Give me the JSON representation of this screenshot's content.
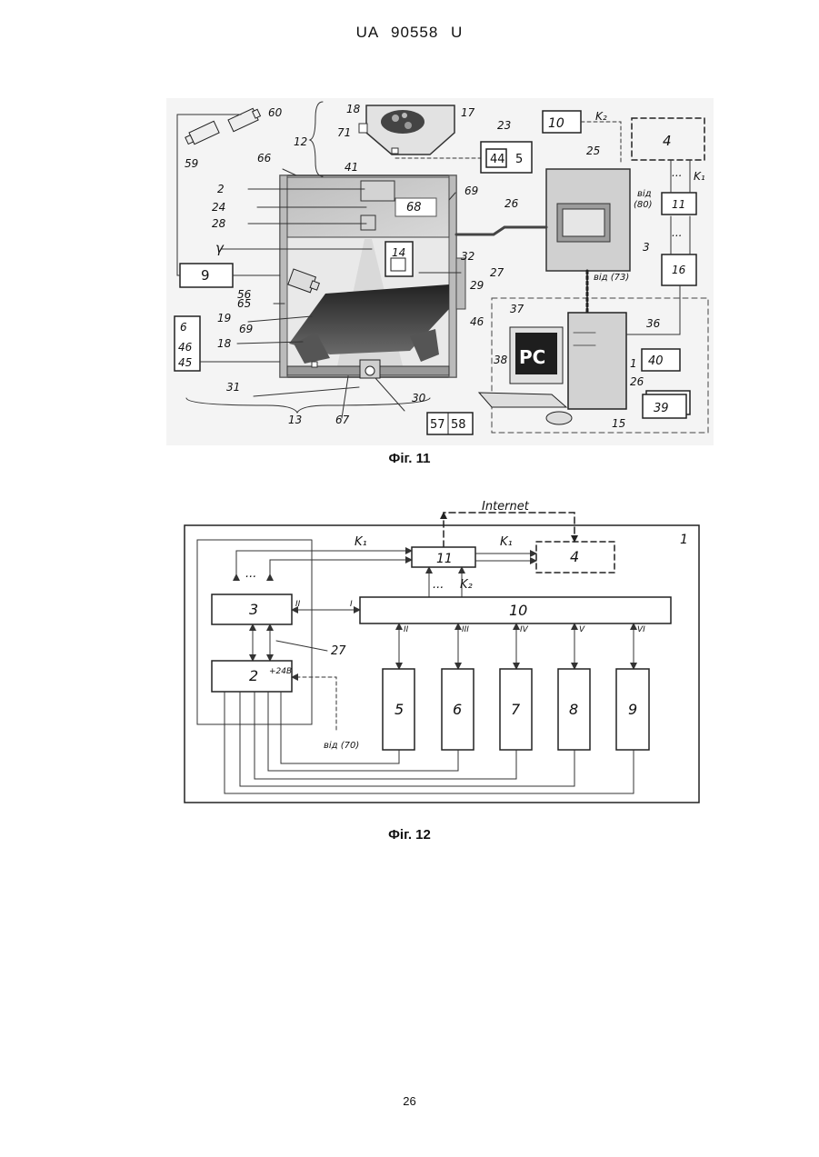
{
  "header": {
    "patent_id": "UA   90558   U"
  },
  "figure11": {
    "caption": "Фіг. 11",
    "labels": {
      "l60": "60",
      "l59": "59",
      "l66a": "66",
      "l2": "2",
      "l24": "24",
      "l28": "28",
      "lgamma": "γ",
      "l9": "9",
      "l56": "56",
      "l65": "65",
      "l19": "19",
      "l69a": "69",
      "l18a": "18",
      "l6": "6",
      "l46a": "46",
      "l45": "45",
      "l31": "31",
      "l13": "13",
      "l67": "67",
      "l30": "30",
      "l57": "57",
      "l58": "58",
      "l18b": "18",
      "l71": "71",
      "l12": "12",
      "l41": "41",
      "l17": "17",
      "l23": "23",
      "l44": "44",
      "l5": "5",
      "l68": "68",
      "l69b": "69",
      "l26a": "26",
      "l14": "14",
      "l32": "32",
      "l29": "29",
      "l27": "27",
      "l46b": "46",
      "l10": "10",
      "lK2": "K₂",
      "l4": "4",
      "lK1": "K₁",
      "l25": "25",
      "l11": "11",
      "lvid80": "від",
      "lvid80b": "(80)",
      "l3": "3",
      "l16": "16",
      "lvid73": "від (73)",
      "l37": "37",
      "lPC": "PC",
      "l36": "36",
      "l1": "1",
      "l40": "40",
      "l38": "38",
      "l26b": "26",
      "l39": "39",
      "l15": "15",
      "ldots1": "...",
      "ldots2": "..."
    }
  },
  "figure12": {
    "caption": "Фіг. 12",
    "labels": {
      "internet": "Internet",
      "k1a": "K₁",
      "k1b": "K₁",
      "k2": "K₂",
      "b11": "11",
      "b4": "4",
      "corner1": "1",
      "b3": "3",
      "b10": "10",
      "b2": "2",
      "b5": "5",
      "b6": "6",
      "b7": "7",
      "b8": "8",
      "b9": "9",
      "v24": "+24В",
      "ref27": "27",
      "vid70": "від (70)",
      "rI": "I",
      "rII": "II",
      "rIIb": "II",
      "rIII": "III",
      "rIV": "IV",
      "rV": "V",
      "rVI": "VI",
      "dots": "...",
      "dotsb": "..."
    }
  },
  "page_number": "26"
}
